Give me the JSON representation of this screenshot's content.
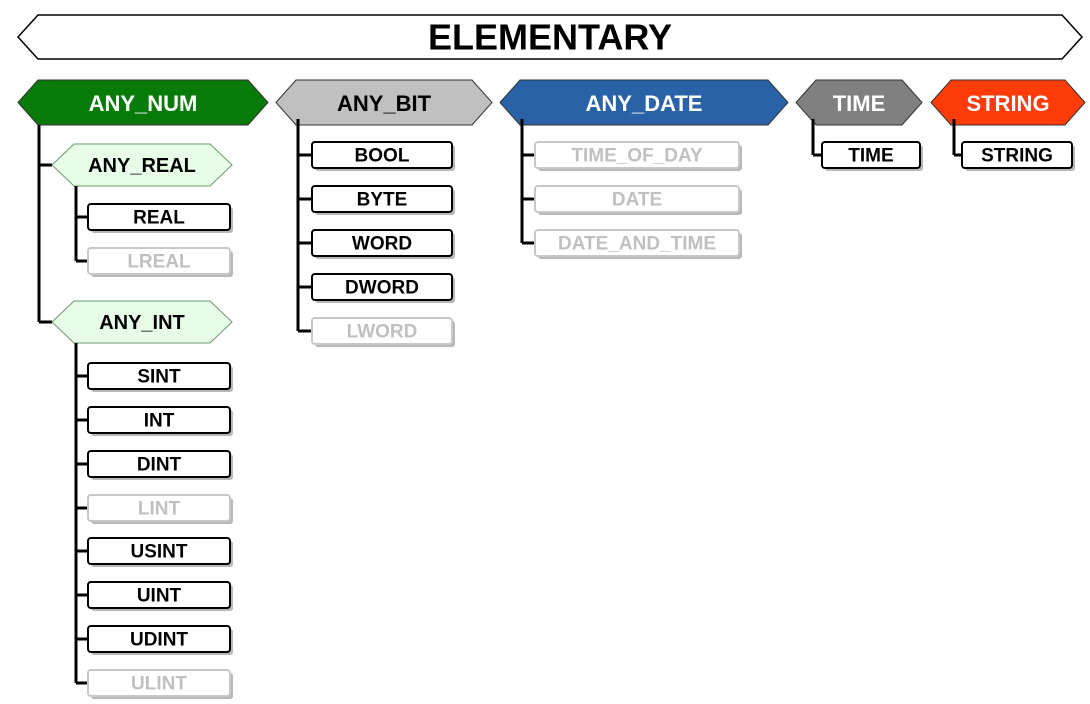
{
  "title": "ELEMENTARY",
  "categories": [
    {
      "key": "any_num",
      "label": "ANY_NUM",
      "color": "#087a08",
      "text_color": "#ffffff",
      "subgroups": [
        {
          "label": "ANY_REAL",
          "color": "#e8fde8",
          "items": [
            {
              "label": "REAL",
              "active": true
            },
            {
              "label": "LREAL",
              "active": false
            }
          ]
        },
        {
          "label": "ANY_INT",
          "color": "#e8fde8",
          "items": [
            {
              "label": "SINT",
              "active": true
            },
            {
              "label": "INT",
              "active": true
            },
            {
              "label": "DINT",
              "active": true
            },
            {
              "label": "LINT",
              "active": false
            },
            {
              "label": "USINT",
              "active": true
            },
            {
              "label": "UINT",
              "active": true
            },
            {
              "label": "UDINT",
              "active": true
            },
            {
              "label": "ULINT",
              "active": false
            }
          ]
        }
      ]
    },
    {
      "key": "any_bit",
      "label": "ANY_BIT",
      "color": "#c0c0c0",
      "text_color": "#000000",
      "items": [
        {
          "label": "BOOL",
          "active": true
        },
        {
          "label": "BYTE",
          "active": true
        },
        {
          "label": "WORD",
          "active": true
        },
        {
          "label": "DWORD",
          "active": true
        },
        {
          "label": "LWORD",
          "active": false
        }
      ]
    },
    {
      "key": "any_date",
      "label": "ANY_DATE",
      "color": "#2a62a8",
      "text_color": "#ffffff",
      "items": [
        {
          "label": "TIME_OF_DAY",
          "active": false
        },
        {
          "label": "DATE",
          "active": false
        },
        {
          "label": "DATE_AND_TIME",
          "active": false
        }
      ]
    },
    {
      "key": "time",
      "label": "TIME",
      "color": "#808080",
      "text_color": "#ffffff",
      "items": [
        {
          "label": "TIME",
          "active": true
        }
      ]
    },
    {
      "key": "string",
      "label": "STRING",
      "color": "#ff3b0a",
      "text_color": "#ffffff",
      "items": [
        {
          "label": "STRING",
          "active": true
        }
      ]
    }
  ],
  "colors": {
    "line": "#000000",
    "active_border": "#000000",
    "active_text": "#000000",
    "inactive_border": "#c8c8c8",
    "inactive_text": "#c0c0c0",
    "shadow": "#b8b8b8"
  }
}
